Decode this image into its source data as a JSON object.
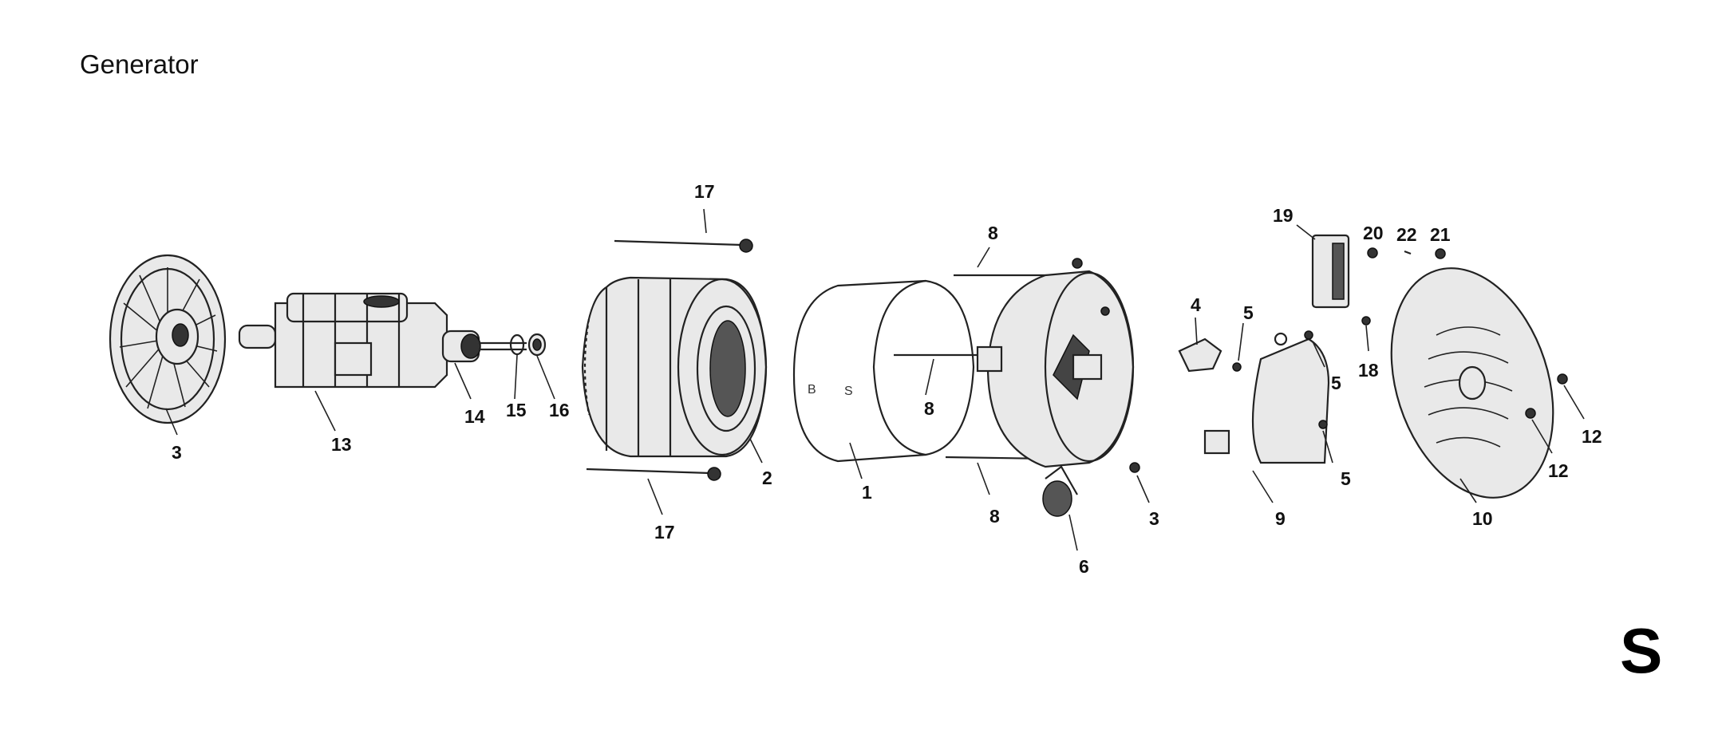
{
  "title": "Generator",
  "section_letter": "S",
  "callouts": [
    {
      "id": "c3a",
      "text": "3"
    },
    {
      "id": "c13",
      "text": "13"
    },
    {
      "id": "c14",
      "text": "14"
    },
    {
      "id": "c15",
      "text": "15"
    },
    {
      "id": "c16",
      "text": "16"
    },
    {
      "id": "c17a",
      "text": "17"
    },
    {
      "id": "c17b",
      "text": "17"
    },
    {
      "id": "c2",
      "text": "2"
    },
    {
      "id": "c1",
      "text": "1"
    },
    {
      "id": "c8a",
      "text": "8"
    },
    {
      "id": "c8b",
      "text": "8"
    },
    {
      "id": "c8c",
      "text": "8"
    },
    {
      "id": "c3b",
      "text": "3"
    },
    {
      "id": "c6",
      "text": "6"
    },
    {
      "id": "c4",
      "text": "4"
    },
    {
      "id": "c5a",
      "text": "5"
    },
    {
      "id": "c5b",
      "text": "5"
    },
    {
      "id": "c5c",
      "text": "5"
    },
    {
      "id": "c9",
      "text": "9"
    },
    {
      "id": "c19",
      "text": "19"
    },
    {
      "id": "c20",
      "text": "20"
    },
    {
      "id": "c22",
      "text": "22"
    },
    {
      "id": "c21",
      "text": "21"
    },
    {
      "id": "c18",
      "text": "18"
    },
    {
      "id": "c10",
      "text": "10"
    },
    {
      "id": "c12a",
      "text": "12"
    },
    {
      "id": "c12b",
      "text": "12"
    }
  ]
}
